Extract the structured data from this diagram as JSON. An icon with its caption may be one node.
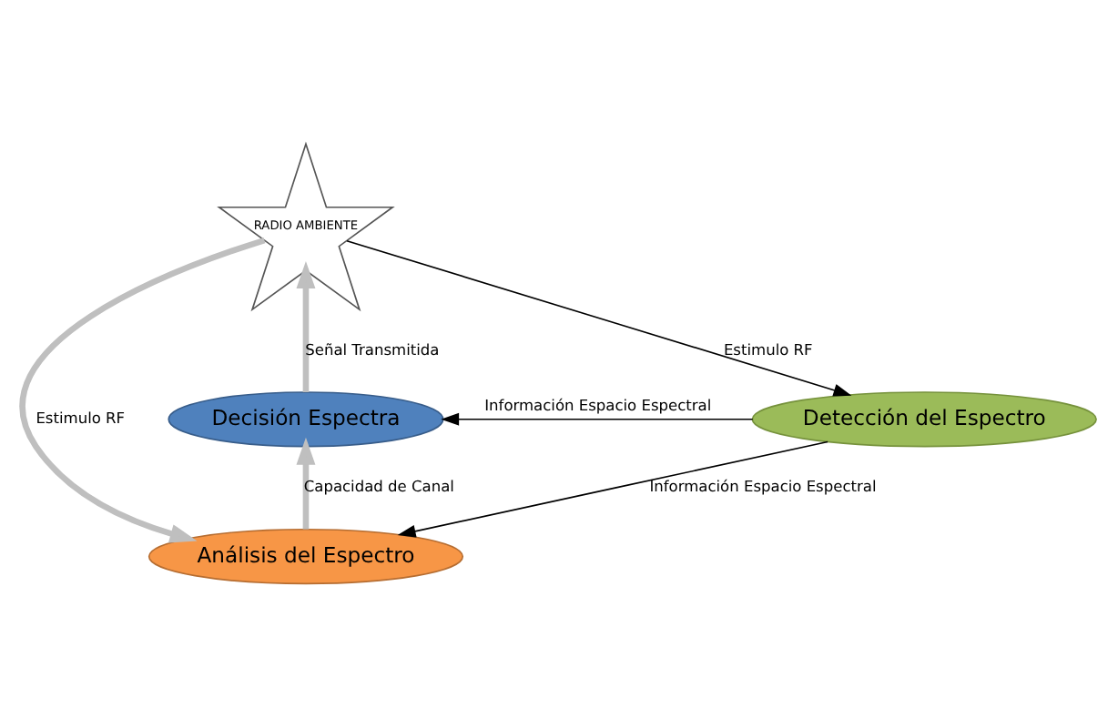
{
  "diagram": {
    "nodes": [
      {
        "text": [
          "RADIO AMBIENTE"
        ]
      },
      {
        "text": [
          "Detección del Espectro"
        ]
      },
      {
        "text": [
          "Decisión Espectra"
        ]
      },
      {
        "text": [
          "Análisis del Espectro"
        ]
      }
    ],
    "edges": [
      {
        "from": 0,
        "to": 1,
        "arrow": "to",
        "label": "Estimulo RF"
      },
      {
        "from": 0,
        "to": 3,
        "arrow": "to",
        "label": "Estimulo RF",
        "style": "thick",
        "color": "#bfbfbf"
      },
      {
        "from": 1,
        "to": 2,
        "arrow": "to",
        "label": "Información Espacio Espectral"
      },
      {
        "from": 1,
        "to": 3,
        "arrow": "to",
        "label": "Información Espacio Espectral"
      },
      {
        "from": 3,
        "to": 2,
        "arrow": "to",
        "label": "Capacidad de Canal",
        "style": "thick",
        "color": "#bfbfbf"
      },
      {
        "from": 2,
        "to": 0,
        "arrow": "to",
        "label": "Señal Transmitida",
        "style": "thick",
        "color": "#bfbfbf"
      }
    ]
  }
}
